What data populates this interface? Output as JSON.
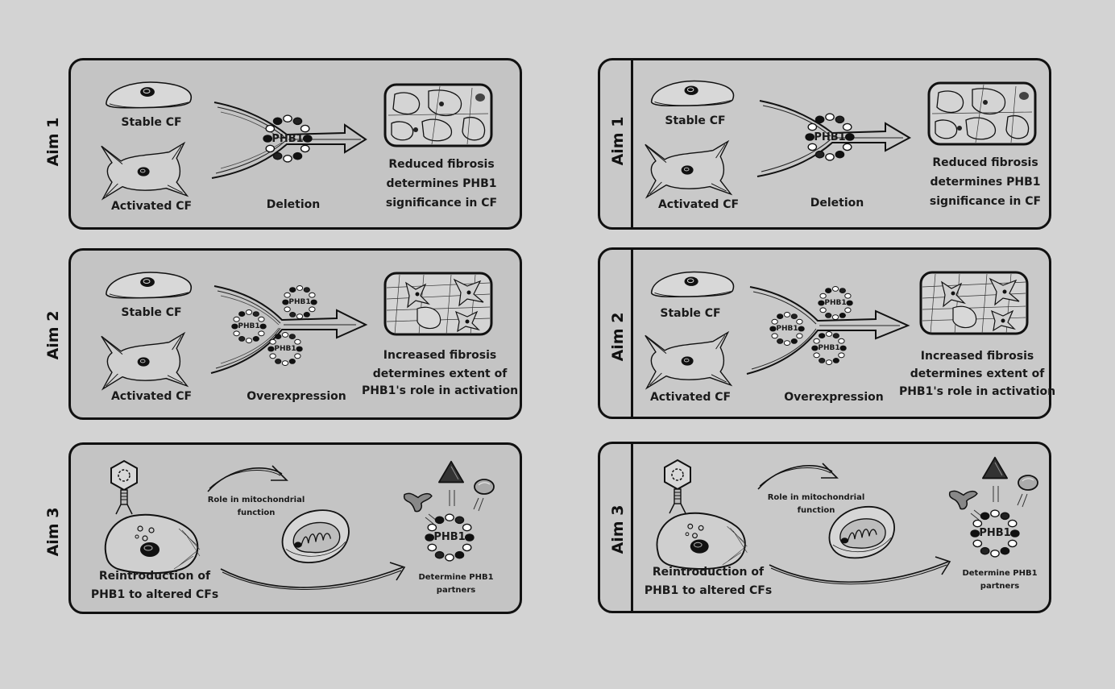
{
  "left": {
    "aim1": {
      "side_label": "Aim 1",
      "stable_label": "Stable CF",
      "activated_label": "Activated CF",
      "method_label": "Deletion",
      "protein_label": "PHB1",
      "result_lines": [
        "Reduced fibrosis",
        "determines PHB1",
        "significance in CF"
      ]
    },
    "aim2": {
      "side_label": "Aim 2",
      "stable_label": "Stable CF",
      "activated_label": "Activated CF",
      "method_label": "Overexpression",
      "protein_label": "PHB1",
      "result_lines": [
        "Increased fibrosis",
        "determines extent of",
        "PHB1's role in activation"
      ]
    },
    "aim3": {
      "side_label": "Aim 3",
      "mito_lines": [
        "Role in mitochondrial",
        "function"
      ],
      "reintro_lines": [
        "Reintroduction of",
        "PHB1 to altered CFs"
      ],
      "protein_label": "PHB1",
      "partner_lines": [
        "Determine PHB1",
        "partners"
      ]
    }
  },
  "right": {
    "aim1": {
      "side_label": "Aim 1",
      "stable_label": "Stable CF",
      "activated_label": "Activated CF",
      "method_label": "Deletion",
      "protein_label": "PHB1",
      "result_lines": [
        "Reduced fibrosis",
        "determines PHB1",
        "significance in CF"
      ]
    },
    "aim2": {
      "side_label": "Aim 2",
      "stable_label": "Stable CF",
      "activated_label": "Activated CF",
      "method_label": "Overexpression",
      "protein_label": "PHB1",
      "result_lines": [
        "Increased fibrosis",
        "determines extent of",
        "PHB1's role in activation"
      ]
    },
    "aim3": {
      "side_label": "Aim 3",
      "mito_lines": [
        "Role in mitochondrial",
        "function"
      ],
      "reintro_lines": [
        "Reintroduction of",
        "PHB1 to altered CFs"
      ],
      "protein_label": "PHB1",
      "partner_lines": [
        "Determine PHB1",
        "partners"
      ]
    }
  }
}
